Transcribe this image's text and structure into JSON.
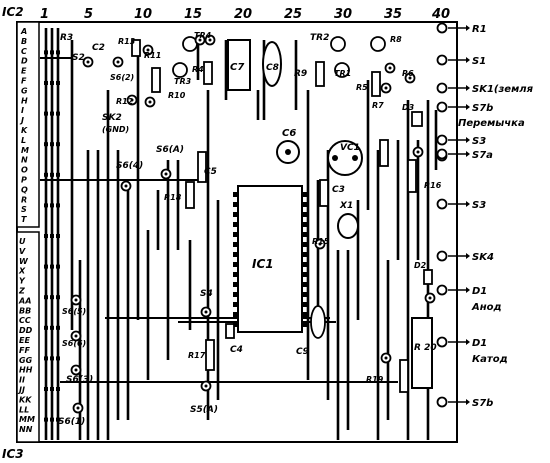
{
  "board": {
    "ic2_label": "IC2",
    "ic3_label": "IC3",
    "column_numbers": [
      "1",
      "5",
      "10",
      "15",
      "20",
      "25",
      "30",
      "35",
      "40"
    ],
    "row_letters_top": [
      "A",
      "B",
      "C",
      "D",
      "E",
      "F",
      "G",
      "H",
      "I",
      "J",
      "K",
      "L",
      "M",
      "N",
      "O",
      "P",
      "Q",
      "R",
      "S",
      "T"
    ],
    "row_letters_bottom": [
      "U",
      "V",
      "W",
      "X",
      "Y",
      "Z",
      "AA",
      "BB",
      "CC",
      "DD",
      "EE",
      "FF",
      "GG",
      "HH",
      "II",
      "JJ",
      "KK",
      "LL",
      "MM",
      "NN"
    ],
    "right_terminals": [
      {
        "text": "R1"
      },
      {
        "text": "S1"
      },
      {
        "text": "SK1(земля"
      },
      {
        "text": "S7b"
      },
      {
        "text": "Перемычка"
      },
      {
        "text": "S3"
      },
      {
        "text": "S7a"
      },
      {
        "text": "S3"
      },
      {
        "text": "SK4"
      },
      {
        "text": "D1"
      },
      {
        "text": "Анод"
      },
      {
        "text": "D1"
      },
      {
        "text": "Катод"
      },
      {
        "text": "S7b"
      }
    ],
    "components": {
      "r3": "R3",
      "c2": "C2",
      "r13": "R13",
      "r11": "R11",
      "tr4": "TR4",
      "c7": "C7",
      "c8": "C8",
      "tr2": "TR2",
      "r8": "R8",
      "s2": "S2",
      "s6_2": "S6(2)",
      "tr3": "TR3",
      "r4": "R4",
      "r12": "R12",
      "r10": "R10",
      "r9": "R9",
      "tr1": "TR1",
      "r5": "R5",
      "r6": "R6",
      "r7": "R7",
      "sk2": "SK2",
      "gnd": "(GND)",
      "d3": "D3",
      "c6": "C6",
      "vc1": "VC1",
      "s6_4": "S6(4)",
      "s6_a": "S6(A)",
      "c5": "C5",
      "r18": "R18",
      "c3": "C3",
      "x1": "X1",
      "r16": "R16",
      "r15": "R15",
      "ic1": "IC1",
      "d2": "D2",
      "s4": "S4",
      "s6_5": "S6(5)",
      "s6_6": "S6(6)",
      "c4": "C4",
      "c9": "C9",
      "r20": "R 20",
      "r17": "R17",
      "s6_3": "S6(3)",
      "r19": "R19",
      "s5_a": "S5(A)",
      "s6_1": "S6(1)"
    }
  }
}
